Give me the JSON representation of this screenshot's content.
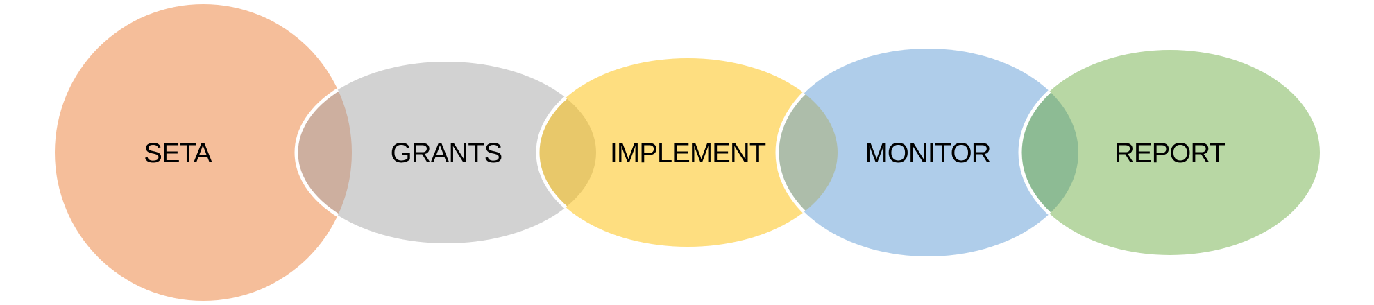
{
  "diagram": {
    "stages": [
      {
        "label": "SETA",
        "color": "#F5BE9A"
      },
      {
        "label": "GRANTS",
        "color": "#D2D2D2"
      },
      {
        "label": "IMPLEMENT",
        "color": "#FEDE80"
      },
      {
        "label": "MONITOR",
        "color": "#AFCDEA"
      },
      {
        "label": "REPORT",
        "color": "#B8D7A4"
      }
    ],
    "overlap_colors": [
      "#CDAF9F",
      "#E8C86A",
      "#ADBDAA",
      "#8DBB94"
    ]
  }
}
